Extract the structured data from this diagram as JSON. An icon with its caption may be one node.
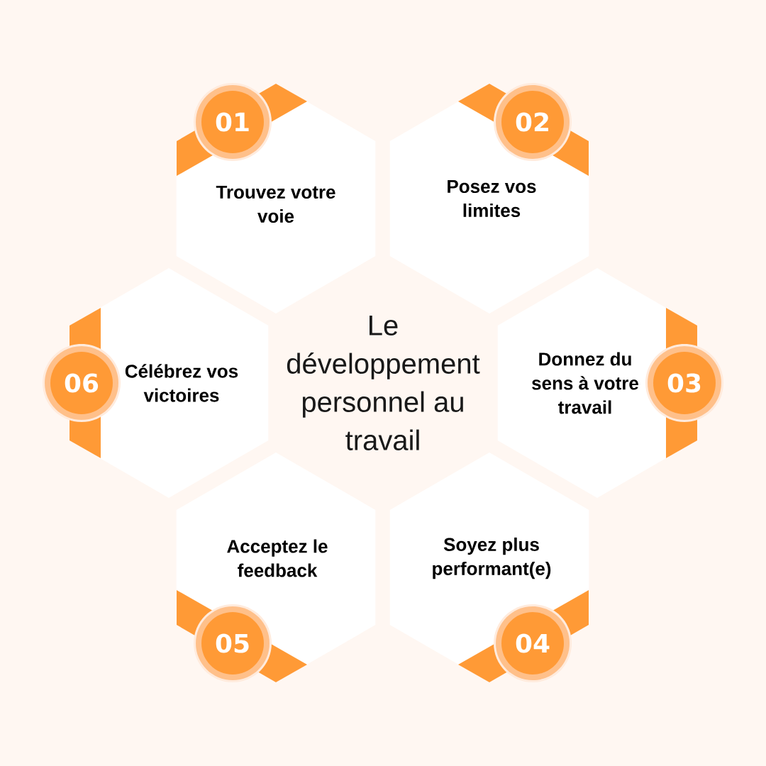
{
  "diagram": {
    "title": "Le développement personnel au travail",
    "nodes": [
      {
        "text": [
          "Trouvez votre voie"
        ]
      },
      {
        "text": [
          "01"
        ]
      },
      {
        "text": [
          "Posez vos limites"
        ]
      },
      {
        "text": [
          "02"
        ]
      },
      {
        "text": [
          "Donnez du sens à votre travail"
        ]
      },
      {
        "text": [
          "03"
        ]
      },
      {
        "text": [
          "Soyez plus performant(e)"
        ]
      },
      {
        "text": [
          "04"
        ]
      },
      {
        "text": [
          "Acceptez le feedback"
        ]
      },
      {
        "text": [
          "05"
        ]
      },
      {
        "text": [
          "Célébrez vos victoires"
        ]
      },
      {
        "text": [
          "06"
        ]
      }
    ]
  }
}
